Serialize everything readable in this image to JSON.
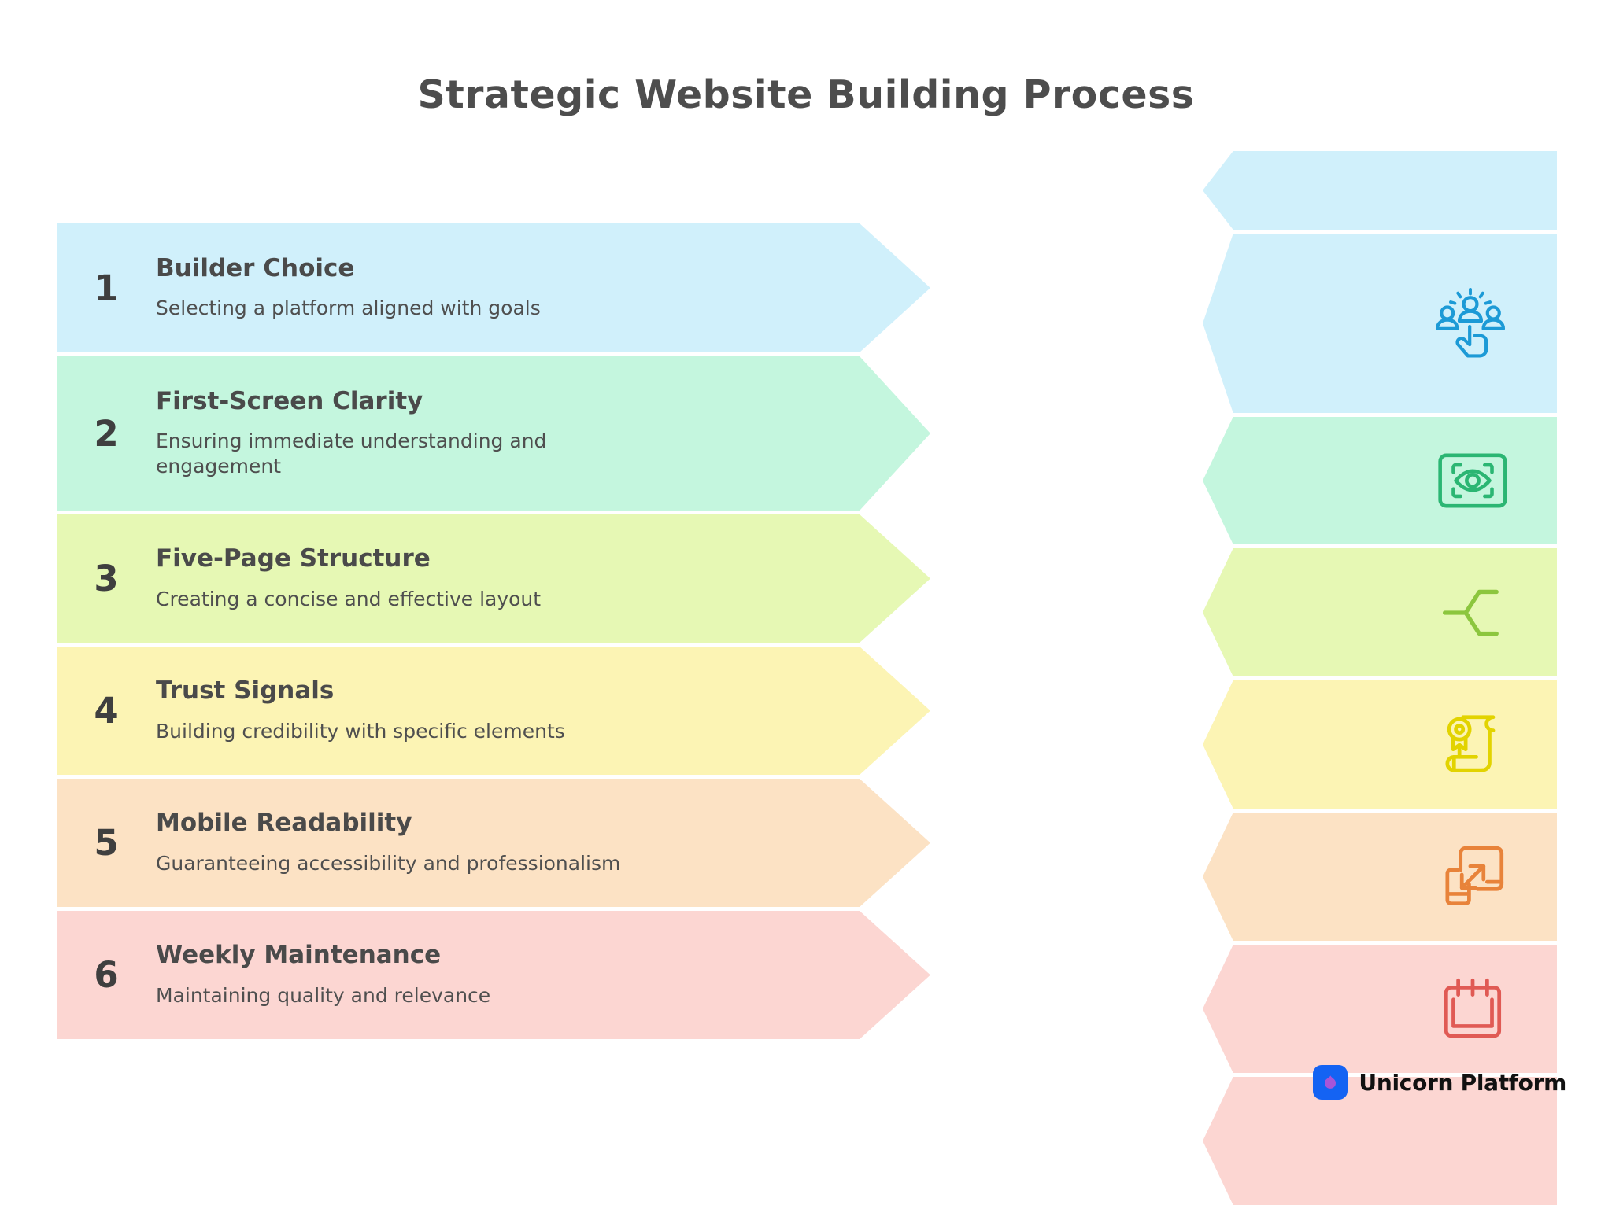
{
  "title": "Strategic Website Building Process",
  "steps": [
    {
      "number": "1",
      "title": "Builder Choice",
      "description": "Selecting a platform aligned with goals",
      "band_color": "#d0f0fb",
      "icon_color": "#1c9ad6",
      "icon": "people-choice-icon"
    },
    {
      "number": "2",
      "title": "First-Screen Clarity",
      "description": "Ensuring immediate understanding and engagement",
      "band_color": "#c4f6de",
      "icon_color": "#2bb673",
      "icon": "eye-scan-icon"
    },
    {
      "number": "3",
      "title": "Five-Page Structure",
      "description": "Creating a concise and effective layout",
      "band_color": "#e6f8b4",
      "icon_color": "#8cc63e",
      "icon": "sitemap-branch-icon"
    },
    {
      "number": "4",
      "title": "Trust Signals",
      "description": "Building credibility with specific elements",
      "band_color": "#fcf4b4",
      "icon_color": "#e2d300",
      "icon": "certificate-scroll-icon"
    },
    {
      "number": "5",
      "title": "Mobile Readability",
      "description": "Guaranteeing accessibility and professionalism",
      "band_color": "#fce2c4",
      "icon_color": "#e8833a",
      "icon": "responsive-resize-icon"
    },
    {
      "number": "6",
      "title": "Weekly Maintenance",
      "description": "Maintaining quality and relevance",
      "band_color": "#fcd6d2",
      "icon_color": "#e05a54",
      "icon": "calendar-icon"
    }
  ],
  "footer": {
    "brand": "Unicorn Platform",
    "logo_bg": "#1463f3",
    "logo_drop": "#a855d8",
    "logo_icon": "unicorn-drop-icon"
  },
  "palette": {
    "background": "#ffffff",
    "text": "#4a4a4a",
    "title": "#4d4d4d"
  }
}
